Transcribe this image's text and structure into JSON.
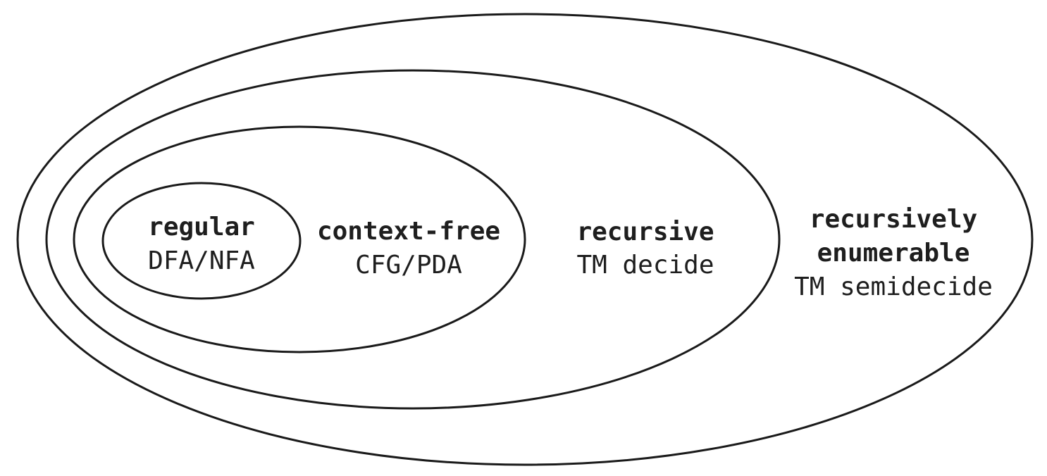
{
  "diagram": {
    "regions": [
      {
        "id": "re",
        "lines": [
          "recursively",
          "enumerable",
          "TM semidecide"
        ]
      },
      {
        "id": "recursive",
        "lines": [
          "recursive",
          "TM decide"
        ]
      },
      {
        "id": "context_free",
        "lines": [
          "context-free",
          "CFG/PDA"
        ]
      },
      {
        "id": "regular",
        "lines": [
          "regular",
          "DFA/NFA"
        ]
      }
    ],
    "stroke_color": "#1a1a1a",
    "text_color": "#1e1e1e",
    "background": "#ffffff"
  }
}
